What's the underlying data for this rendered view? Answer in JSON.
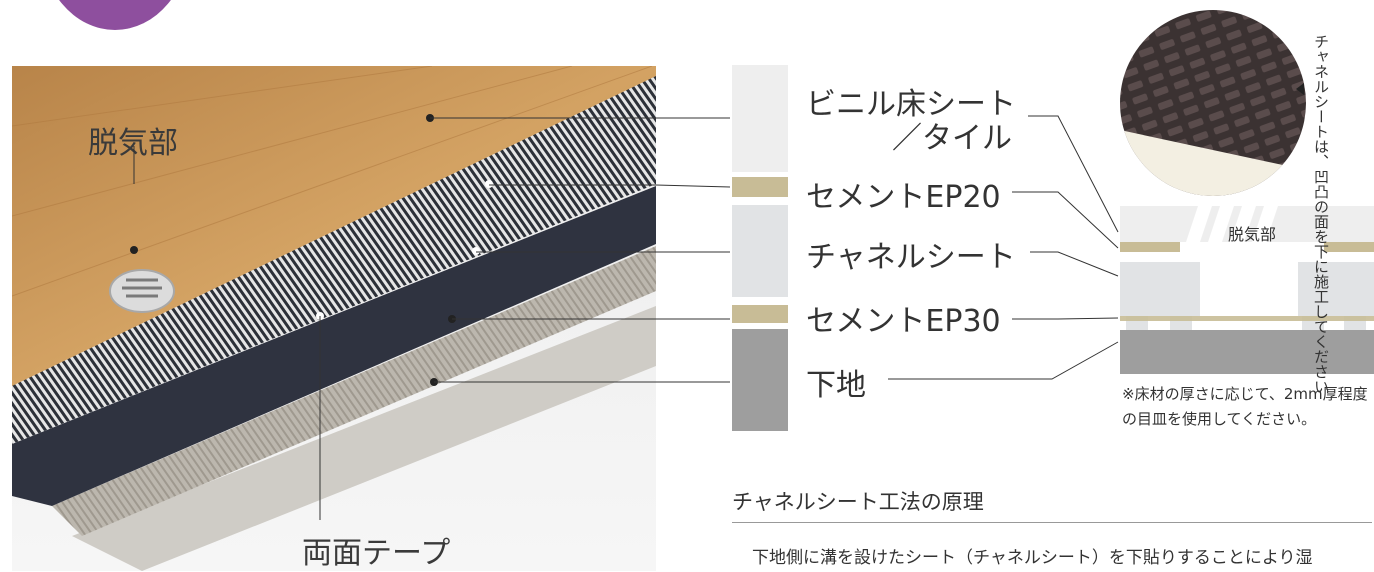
{
  "photo": {
    "degassing_label": "脱気部",
    "tape_label": "両面テープ"
  },
  "layers": [
    {
      "label": "ビニル床シート\n／タイル",
      "line1": "ビニル床シート",
      "line2": "／タイル",
      "color": "#eeeeee"
    },
    {
      "label": "セメントEP20",
      "color": "#c8bc96"
    },
    {
      "label": "チャネルシート",
      "color": "#e1e3e5"
    },
    {
      "label": "セメントEP30",
      "color": "#c8bc96"
    },
    {
      "label": "下地",
      "color": "#9e9e9e"
    }
  ],
  "section": {
    "degassing_label": "脱気部",
    "note": "※床材の厚さに応じて、2mm厚程度の目皿を使用してください。"
  },
  "sample": {
    "note": "チャネルシートは、凹凸の面を下に施工してください"
  },
  "principle": {
    "title": "チャネルシート工法の原理",
    "body": "下地側に溝を設けたシート（チャネルシート）を下貼りすることにより湿"
  },
  "colors": {
    "badge": "#8e4f9e",
    "wood": "#c9944f",
    "channel_sheet": "#2f3340",
    "cement": "#c8bc96"
  }
}
